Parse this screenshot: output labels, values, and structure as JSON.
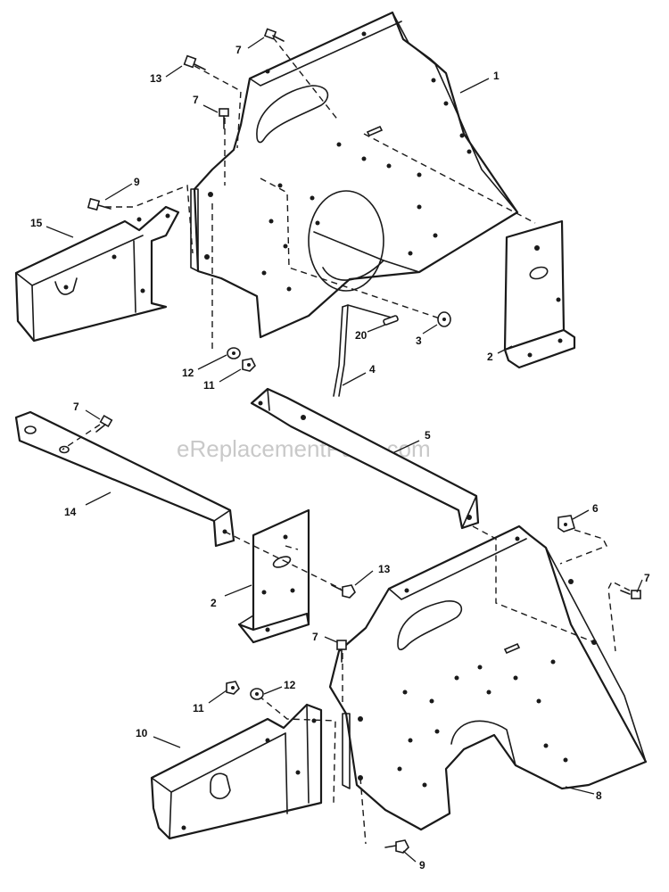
{
  "watermark": "eReplacementParts.com",
  "colors": {
    "ink": "#1a1a1a",
    "watermark": "#c9c9c9",
    "background": "#ffffff"
  },
  "callouts": {
    "c1": "1",
    "c2a": "2",
    "c2b": "2",
    "c3": "3",
    "c4": "4",
    "c5": "5",
    "c6": "6",
    "c7a": "7",
    "c7b": "7",
    "c7c": "7",
    "c7d": "7",
    "c7e": "7",
    "c8": "8",
    "c9a": "9",
    "c9b": "9",
    "c10": "10",
    "c11a": "11",
    "c11b": "11",
    "c12a": "12",
    "c12b": "12",
    "c13a": "13",
    "c13b": "13",
    "c14": "14",
    "c15": "15",
    "c20": "20"
  }
}
